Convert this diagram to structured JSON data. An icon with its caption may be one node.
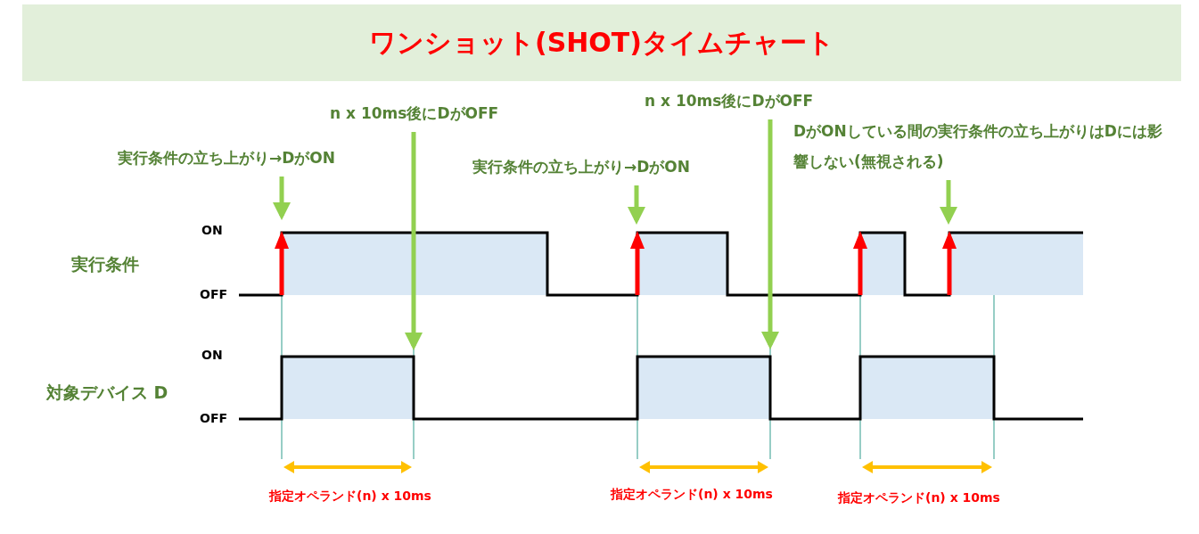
{
  "diagram": {
    "title": "ワンショット(SHOT)タイムチャート",
    "nodes": [
      {
        "text": [
          "実行条件の立ち上がり→DがON"
        ]
      },
      {
        "text": [
          "n x 10ms後にDがOFF"
        ]
      },
      {
        "text": [
          "実行条件の立ち上がり→DがON"
        ]
      },
      {
        "text": [
          "n x 10ms後にDがOFF"
        ]
      },
      {
        "text": [
          "DがONしている間の実行条件の立ち上がりはDには影響しない(無視される)"
        ]
      }
    ],
    "edges": [
      {
        "from": 0,
        "to": null,
        "arrow": "to"
      },
      {
        "from": 1,
        "to": null,
        "arrow": "to"
      },
      {
        "from": 2,
        "to": null,
        "arrow": "to"
      },
      {
        "from": 3,
        "to": null,
        "arrow": "to"
      },
      {
        "from": 4,
        "to": null,
        "arrow": "to"
      }
    ],
    "labels": [
      "ON",
      "実行条件",
      "OFF",
      "ON",
      "対象デバイス D",
      "OFF",
      "指定オペランド(n) x 10ms",
      "指定オペランド(n) x 10ms",
      "指定オペランド(n) x 10ms"
    ]
  }
}
